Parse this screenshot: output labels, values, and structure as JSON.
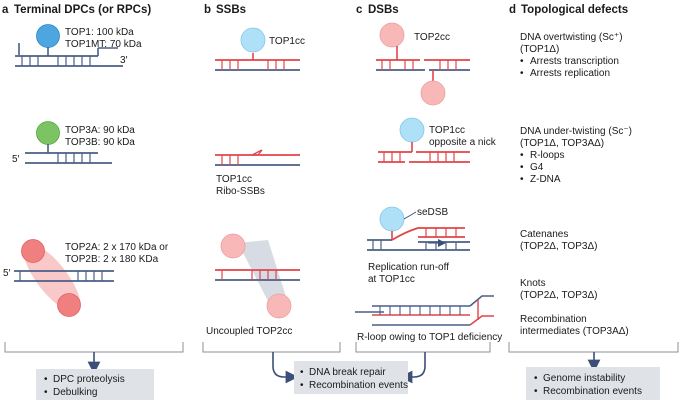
{
  "panels": {
    "a": {
      "letter": "a",
      "title": "Terminal DPCs (or RPCs)",
      "top1_line1": "TOP1: 100 kDa",
      "top1_line2": "TOP1MT: 70 kDa",
      "top1_end": "3′",
      "top3_line1": "TOP3A: 90 kDa",
      "top3_line2": "TOP3B: 90 kDa",
      "top3_end": "5′",
      "top2_line1": "TOP2A: 2 x 170 kDa or",
      "top2_line2": "TOP2B: 2 x 180 KDa",
      "top2_end": "5′",
      "outcomes": [
        "DPC proteolysis",
        "Debulking"
      ]
    },
    "b": {
      "letter": "b",
      "title": "SSBs",
      "top1cc": "TOP1cc",
      "ribo_line1": "TOP1cc",
      "ribo_line2": "Ribo-SSBs",
      "uncoupled": "Uncoupled TOP2cc"
    },
    "c": {
      "letter": "c",
      "title": "DSBs",
      "top2cc": "TOP2cc",
      "nick_line1": "TOP1cc",
      "nick_line2": "opposite a nick",
      "sedsb": "seDSB",
      "runoff_line1": "Replication run-off",
      "runoff_line2": "at TOP1cc",
      "rloop": "R-loop owing to TOP1 deficiency"
    },
    "bc_outcomes": [
      "DNA break repair",
      "Recombination events"
    ],
    "d": {
      "letter": "d",
      "title": "Topological defects",
      "over_line1": "DNA overtwisting (Sc⁺)",
      "over_line2": "(TOP1Δ)",
      "over_items": [
        "Arrests transcription",
        "Arrests replication"
      ],
      "under_line1": "DNA under-twisting (Sc⁻)",
      "under_line2": "(TOP1Δ, TOP3AΔ)",
      "under_items": [
        "R-loops",
        "G4",
        "Z-DNA"
      ],
      "cat_line1": "Catenanes",
      "cat_line2": "(TOP2Δ, TOP3Δ)",
      "knot_line1": "Knots",
      "knot_line2": "(TOP2Δ, TOP3Δ)",
      "rec_line1": "Recombination",
      "rec_line2": "intermediates (TOP3AΔ)",
      "outcomes": [
        "Genome instability",
        "Recombination events"
      ]
    }
  },
  "colors": {
    "heading_accent": "#e8582f",
    "top1_blue": "#4da6e0",
    "top1cc_light_blue": "#aee0f7",
    "top3_green": "#7cc463",
    "top2_red": "#f08080",
    "top2cc_pink": "#f8b8b8",
    "dna_blue": "#4a5f86",
    "dna_red": "#e0454a",
    "outcome_box": "#dfe3e8",
    "arrow": "#3c4f78"
  }
}
